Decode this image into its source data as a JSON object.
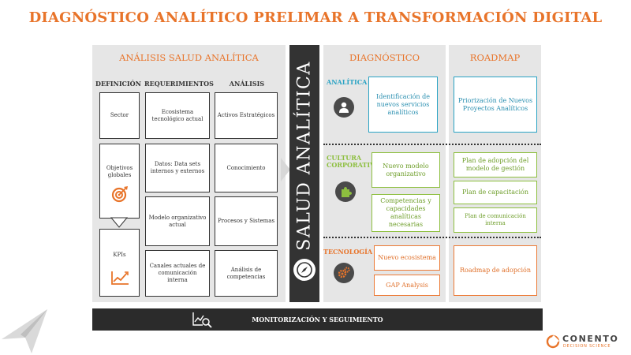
{
  "title": "DIAGNÓSTICO ANALÍTICO PRELIMAR A TRANSFORMACIÓN DIGITAL",
  "left": {
    "header": "ANÁLISIS SALUD ANALÍTICA",
    "columns": [
      "DEFINICIÓN",
      "REQUERIMIENTOS",
      "ANÁLISIS"
    ],
    "definicion": [
      "Sector",
      "Objetivos globales",
      "KPIs"
    ],
    "requerimientos": [
      "Ecosistema tecnológico actual",
      "Datos: Data sets internos y externos",
      "Modelo organizativo actual",
      "Canales actuales de comunicación interna"
    ],
    "analisis": [
      "Activos Estratégicos",
      "Conocimiento",
      "Procesos y Sistemas",
      "Análisis de competencias"
    ]
  },
  "center_label": "SALUD ANALÍTICA",
  "diagnostico": {
    "header": "DIAGNÓSTICO",
    "analitica_label": "ANALÍTICA",
    "cultura_label": "CULTURA CORPORATIVA",
    "tecnologia_label": "TECNOLOGÍA",
    "analitica_boxes": [
      "Identificación de nuevos servicios analíticos"
    ],
    "cultura_boxes": [
      "Nuevo modelo organizativo",
      "Competencias y capacidades analíticas necesarias"
    ],
    "tecnologia_boxes": [
      "Nuevo ecosistema",
      "GAP Analysis"
    ]
  },
  "roadmap": {
    "header": "ROADMAP",
    "analitica_boxes": [
      "Priorización de Nuevos Proyectos Analíticos"
    ],
    "cultura_boxes": [
      "Plan de adopción del modelo de gestión",
      "Plan de capacitación",
      "Plan de comunicación interna"
    ],
    "tecnologia_boxes": [
      "Roadmap de adopción"
    ]
  },
  "bottom_label": "MONITORIZACIÓN Y SEGUIMIENTO",
  "logo": {
    "name": "CONENTO",
    "tagline": "DECISION SCIENCE"
  },
  "colors": {
    "orange": "#e8742a",
    "blue": "#2aa3c4",
    "green": "#8dbf3f",
    "dark": "#333333"
  },
  "icons": [
    "person-icon",
    "puzzle-icon",
    "gears-icon",
    "compass-icon",
    "target-icon",
    "chart-icon",
    "magnifier-chart-icon",
    "paper-plane-icon"
  ]
}
